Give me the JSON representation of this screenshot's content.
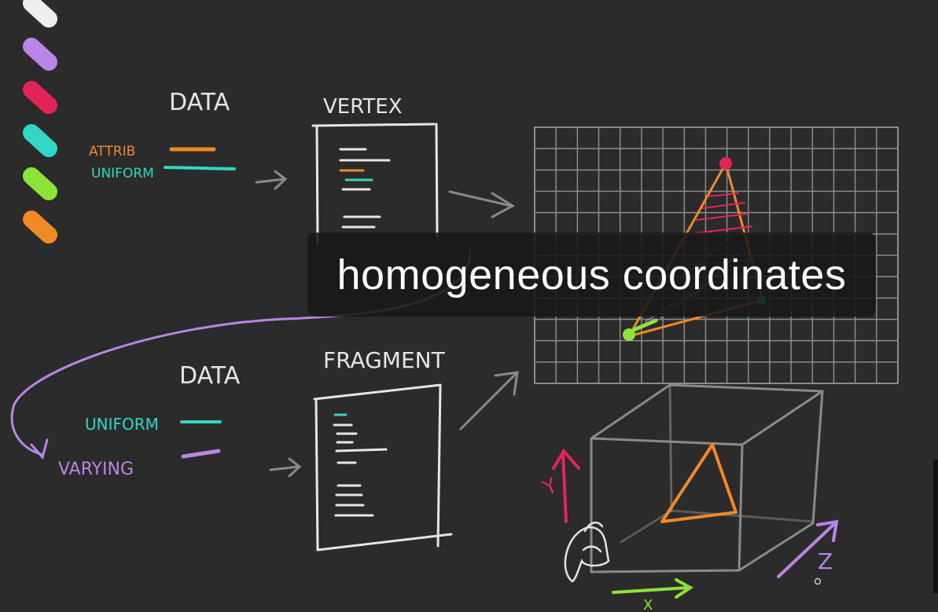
{
  "palette": [
    {
      "name": "white",
      "color": "#eeeeee"
    },
    {
      "name": "purple",
      "color": "#b985e6"
    },
    {
      "name": "red",
      "color": "#e3245a"
    },
    {
      "name": "cyan",
      "color": "#33d6c4"
    },
    {
      "name": "green",
      "color": "#8de33a"
    },
    {
      "name": "orange",
      "color": "#f08a26"
    }
  ],
  "labels": {
    "data_top": "DATA",
    "attrib": "ATTRIB",
    "uniform_top": "UNIFORM",
    "vertex": "VERTEX",
    "data_bottom": "DATA",
    "uniform_bottom": "UNIFORM",
    "varying": "VARYING",
    "fragment": "FRAGMENT",
    "axis_y": "Y",
    "axis_z": "Z",
    "axis_x": "X"
  },
  "caption": "homogeneous coordinates"
}
